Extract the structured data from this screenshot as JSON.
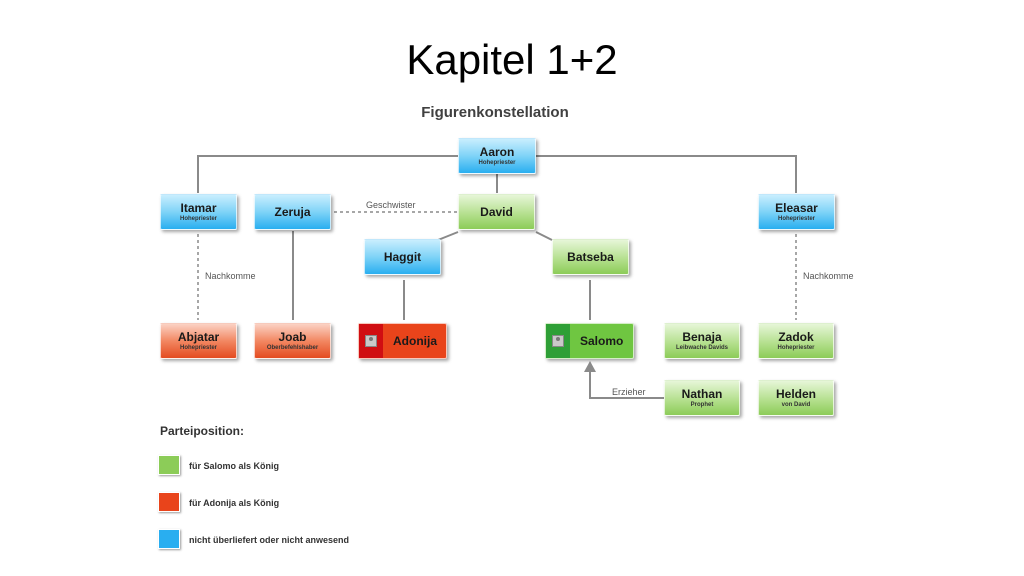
{
  "title": "Kapitel 1+2",
  "subtitle": "Figurenkonstellation",
  "nodes": {
    "aaron": {
      "name": "Aaron",
      "role": "Hohepriester"
    },
    "itamar": {
      "name": "Itamar",
      "role": "Hohepriester"
    },
    "zeruja": {
      "name": "Zeruja",
      "role": ""
    },
    "david": {
      "name": "David",
      "role": ""
    },
    "eleasar": {
      "name": "Eleasar",
      "role": "Hohepriester"
    },
    "haggit": {
      "name": "Haggit",
      "role": ""
    },
    "batseba": {
      "name": "Batseba",
      "role": ""
    },
    "abjatar": {
      "name": "Abjatar",
      "role": "Hohepriester"
    },
    "joab": {
      "name": "Joab",
      "role": "Oberbefehlshaber"
    },
    "adonija": {
      "name": "Adonija",
      "role": ""
    },
    "salomo": {
      "name": "Salomo",
      "role": ""
    },
    "benaja": {
      "name": "Benaja",
      "role": "Leibwache Davids"
    },
    "zadok": {
      "name": "Zadok",
      "role": "Hohepriester"
    },
    "nathan": {
      "name": "Nathan",
      "role": "Prophet"
    },
    "helden": {
      "name": "Helden",
      "role": "von David"
    }
  },
  "edge_labels": {
    "geschwister": "Geschwister",
    "nachkomme_left": "Nachkomme",
    "nachkomme_right": "Nachkomme",
    "erzieher": "Erzieher"
  },
  "legend": {
    "heading": "Parteiposition:",
    "items": [
      {
        "label": "für Salomo als König",
        "color": "#8ccc58"
      },
      {
        "label": "für Adonija als König",
        "color": "#e9441b"
      },
      {
        "label": "nicht überliefert oder nicht anwesend",
        "color": "#29aef0"
      }
    ]
  },
  "colors": {
    "blue": "#29aef0",
    "green": "#8ccc58",
    "red": "#e44b20",
    "line": "#8a8a8a"
  }
}
